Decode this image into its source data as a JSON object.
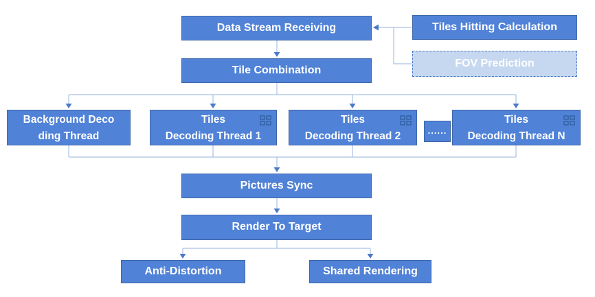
{
  "colors": {
    "background": "#FFFFFF",
    "node_fill": "#5082D7",
    "node_border": "#3E66A7",
    "light_node_fill": "#C5D8F0",
    "light_node_border": "#4979C8",
    "node_text": "#FFFFFF",
    "connector_line": "#A9C0E4",
    "connector_arrow": "#4B79CA",
    "grid_icon_stroke": "#2E5E9E"
  },
  "diagram": {
    "type": "flowchart",
    "nodes": {
      "data_stream_receiving": {
        "label": "Data Stream Receiving"
      },
      "tiles_hitting_calculation": {
        "label": "Tiles Hitting Calculation"
      },
      "fov_prediction": {
        "label": "FOV Prediction",
        "style": "dashed-light"
      },
      "tile_combination": {
        "label": "Tile Combination"
      },
      "background_decoding_thread": {
        "line1": "Background Deco",
        "line2": "ding Thread"
      },
      "tiles_decoding_thread_1": {
        "line1": "Tiles",
        "line2": "Decoding Thread 1",
        "icon": "grid-2x2-icon"
      },
      "tiles_decoding_thread_2": {
        "line1": "Tiles",
        "line2": "Decoding Thread 2",
        "icon": "grid-2x2-icon"
      },
      "ellipsis": {
        "label": "......"
      },
      "tiles_decoding_thread_n": {
        "line1": "Tiles",
        "line2": "Decoding Thread N",
        "icon": "grid-2x2-icon"
      },
      "pictures_sync": {
        "label": "Pictures Sync"
      },
      "render_to_target": {
        "label": "Render To Target"
      },
      "anti_distortion": {
        "label": "Anti-Distortion"
      },
      "shared_rendering": {
        "label": "Shared Rendering"
      }
    },
    "edges": [
      {
        "from": "Tiles Hitting Calculation",
        "to": "Data Stream Receiving"
      },
      {
        "from": "FOV Prediction",
        "to": "Data Stream Receiving"
      },
      {
        "from": "Data Stream Receiving",
        "to": "Tile Combination"
      },
      {
        "from": "Tile Combination",
        "to": "Background Decoding Thread"
      },
      {
        "from": "Tile Combination",
        "to": "Tiles Decoding Thread 1"
      },
      {
        "from": "Tile Combination",
        "to": "Tiles Decoding Thread 2"
      },
      {
        "from": "Tile Combination",
        "to": "Tiles Decoding Thread N"
      },
      {
        "from": "Background Decoding Thread",
        "to": "Pictures Sync"
      },
      {
        "from": "Tiles Decoding Thread 1",
        "to": "Pictures Sync"
      },
      {
        "from": "Tiles Decoding Thread 2",
        "to": "Pictures Sync"
      },
      {
        "from": "Tiles Decoding Thread N",
        "to": "Pictures Sync"
      },
      {
        "from": "Pictures Sync",
        "to": "Render To Target"
      },
      {
        "from": "Render To Target",
        "to": "Anti-Distortion"
      },
      {
        "from": "Render To Target",
        "to": "Shared Rendering"
      }
    ]
  }
}
